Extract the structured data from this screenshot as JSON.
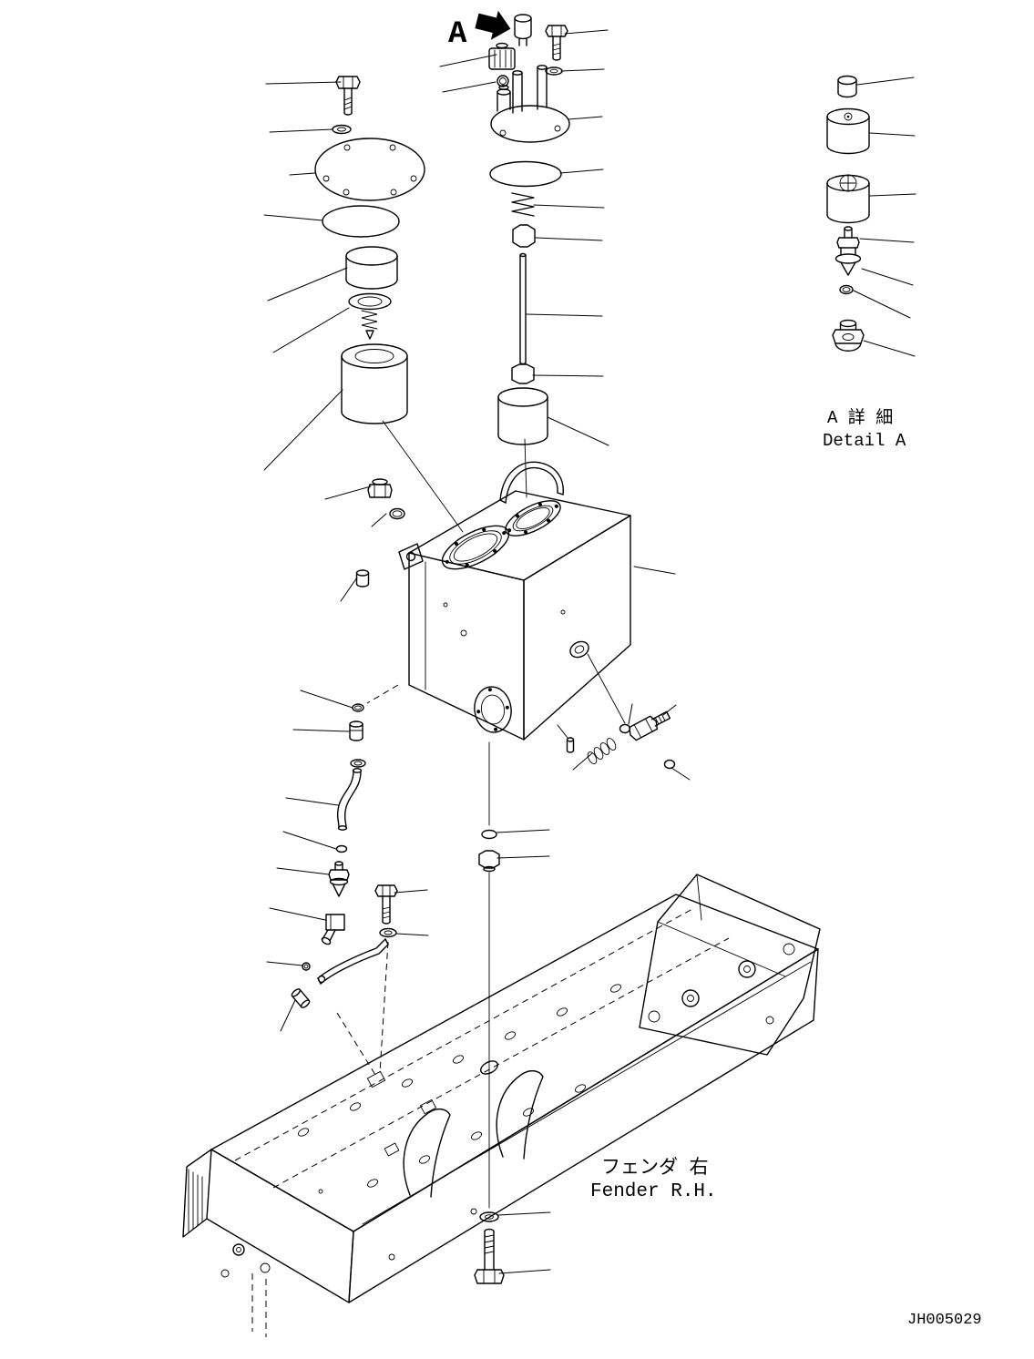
{
  "document": {
    "type": "exploded-parts-diagram",
    "drawing_number": "JH005029"
  },
  "labels": {
    "detail_marker": "A",
    "detail_title_jp": "A 詳 細",
    "detail_title_en": "Detail A",
    "fender_label_jp": "フェンダ 右",
    "fender_label_en": "Fender R.H."
  },
  "colors": {
    "background": "#ffffff",
    "line": "#000000"
  },
  "parts": {
    "assemblies": [
      "breather-filler-cap-assembly",
      "tank-cover-plate-and-gasket",
      "filter-element",
      "level-rod-and-nuts",
      "hydraulic-tank",
      "drain-piping-group",
      "elbow-fitting-group",
      "center-mounting-stud",
      "fender-right-hand",
      "detail-a-valve-parts"
    ]
  }
}
